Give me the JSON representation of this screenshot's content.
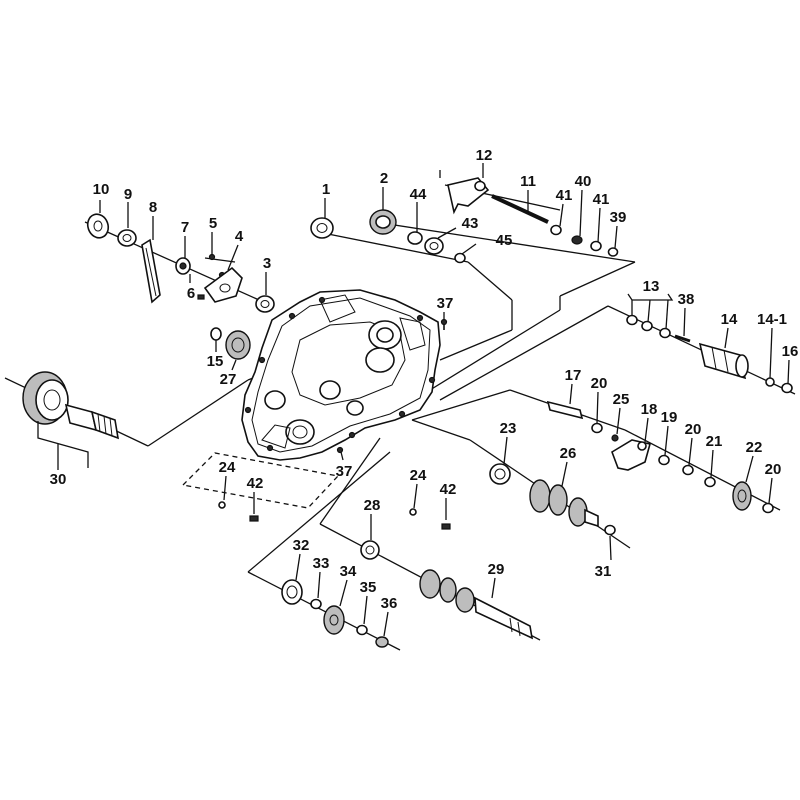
{
  "callouts": [
    "10",
    "9",
    "8",
    "7",
    "5",
    "4",
    "6",
    "3",
    "1",
    "2",
    "44",
    "43",
    "45",
    "12",
    "11",
    "41",
    "40",
    "41",
    "39",
    "37",
    "13",
    "38",
    "14",
    "14-1",
    "16",
    "15",
    "27",
    "30",
    "17",
    "20",
    "25",
    "18",
    "19",
    "20",
    "21",
    "22",
    "20",
    "23",
    "26",
    "24",
    "42",
    "37",
    "24",
    "42",
    "28",
    "31",
    "32",
    "33",
    "34",
    "35",
    "36",
    "29"
  ]
}
